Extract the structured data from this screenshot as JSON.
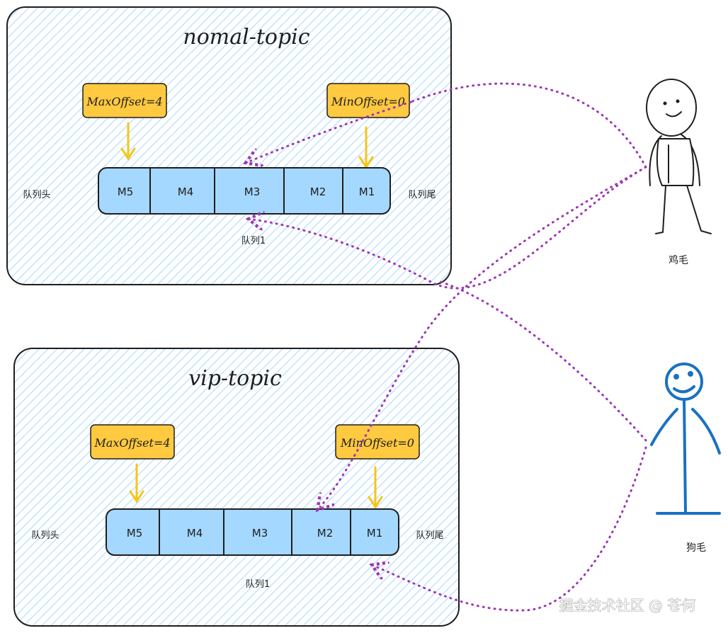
{
  "colors": {
    "hatch": "#a5d8ff",
    "box_border": "#1e1e1e",
    "queue_fill": "#a5d8ff",
    "offset_fill": "#ffc940",
    "arrow_yellow": "#f5c518",
    "dotted": "#9c36b5",
    "dog_blue": "#1971c2",
    "text": "#1e1e1e",
    "watermark": "#ffffff"
  },
  "icons": {
    "chicken_person": "stick-person-icon",
    "dog_person": "stick-person-blue-icon"
  },
  "topics": [
    {
      "title": "nomal-topic",
      "max_offset": "MaxOffset=4",
      "min_offset": "MinOffset=0",
      "head_label": "队列头",
      "tail_label": "队列尾",
      "queue_label": "队列1",
      "cells": [
        "M5",
        "M4",
        "M3",
        "M2",
        "M1"
      ]
    },
    {
      "title": "vip-topic",
      "max_offset": "MaxOffset=4",
      "min_offset": "MinOffset=0",
      "head_label": "队列头",
      "tail_label": "队列尾",
      "queue_label": "队列1",
      "cells": [
        "M5",
        "M4",
        "M3",
        "M2",
        "M1"
      ]
    }
  ],
  "consumers": [
    {
      "name": "鸡毛"
    },
    {
      "name": "狗毛"
    }
  ],
  "watermark": "掘金技术社区 @ 苍何"
}
